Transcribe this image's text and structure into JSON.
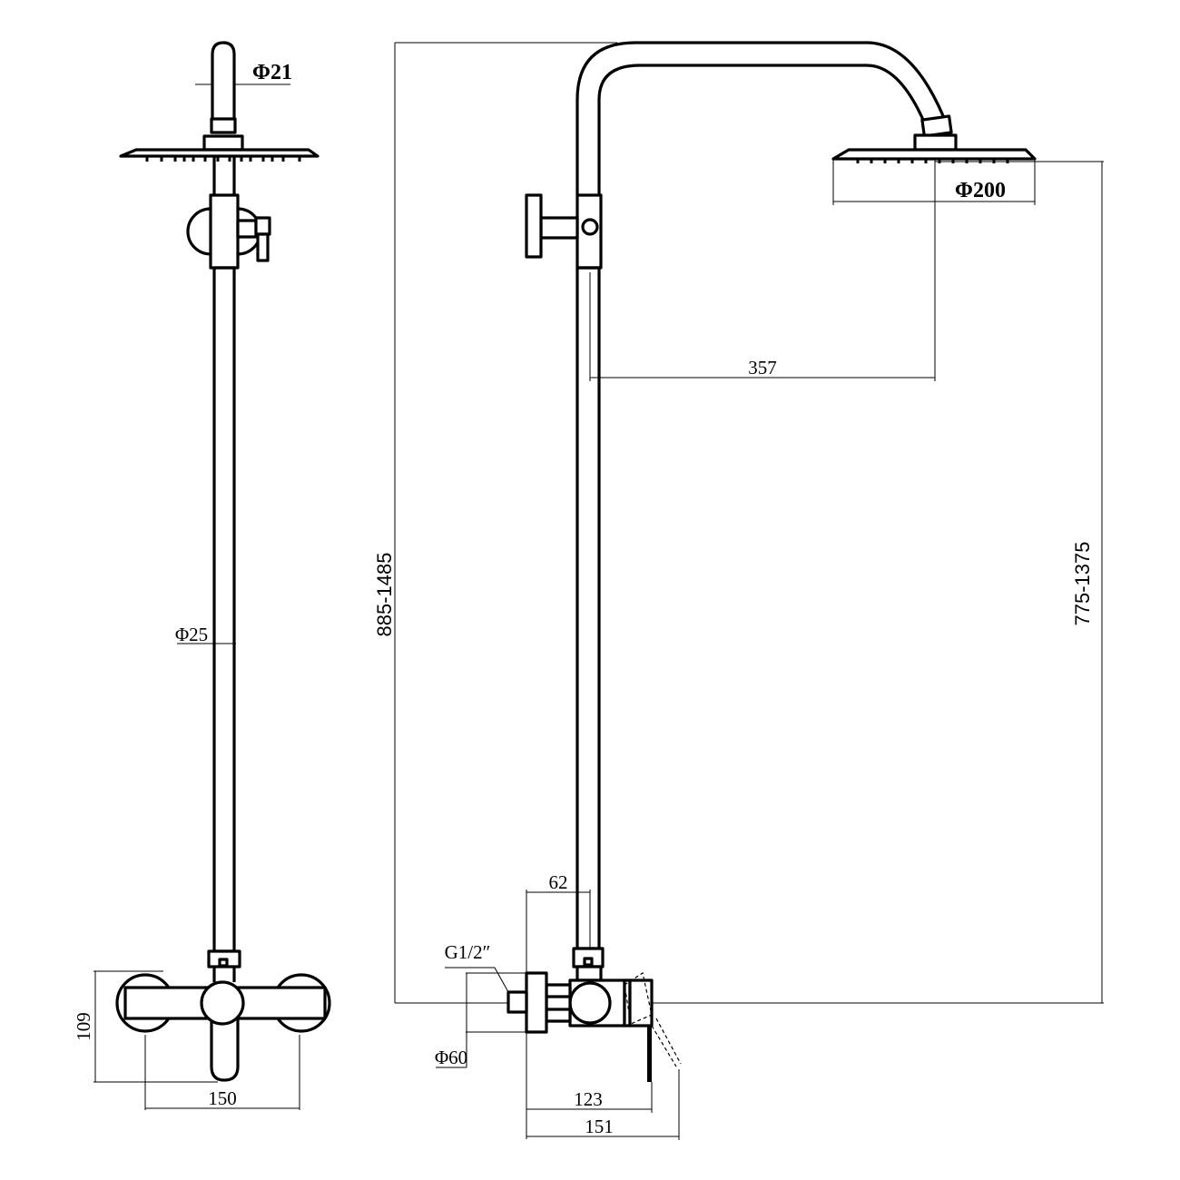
{
  "drawing": {
    "front_view": {
      "dim_arm_diameter": "Φ21",
      "dim_pipe_diameter": "Φ25",
      "dim_mixer_height": "109",
      "dim_mixer_width": "150"
    },
    "side_view": {
      "dim_total_height": "885-1485",
      "dim_head_height": "775-1375",
      "dim_head_diameter": "Φ200",
      "dim_arm_reach": "357",
      "dim_pipe_offset": "62",
      "dim_inlet_thread": "G1/2″",
      "dim_flange_diameter": "Φ60",
      "dim_mixer_depth": "123",
      "dim_mixer_depth_lever": "151"
    }
  }
}
